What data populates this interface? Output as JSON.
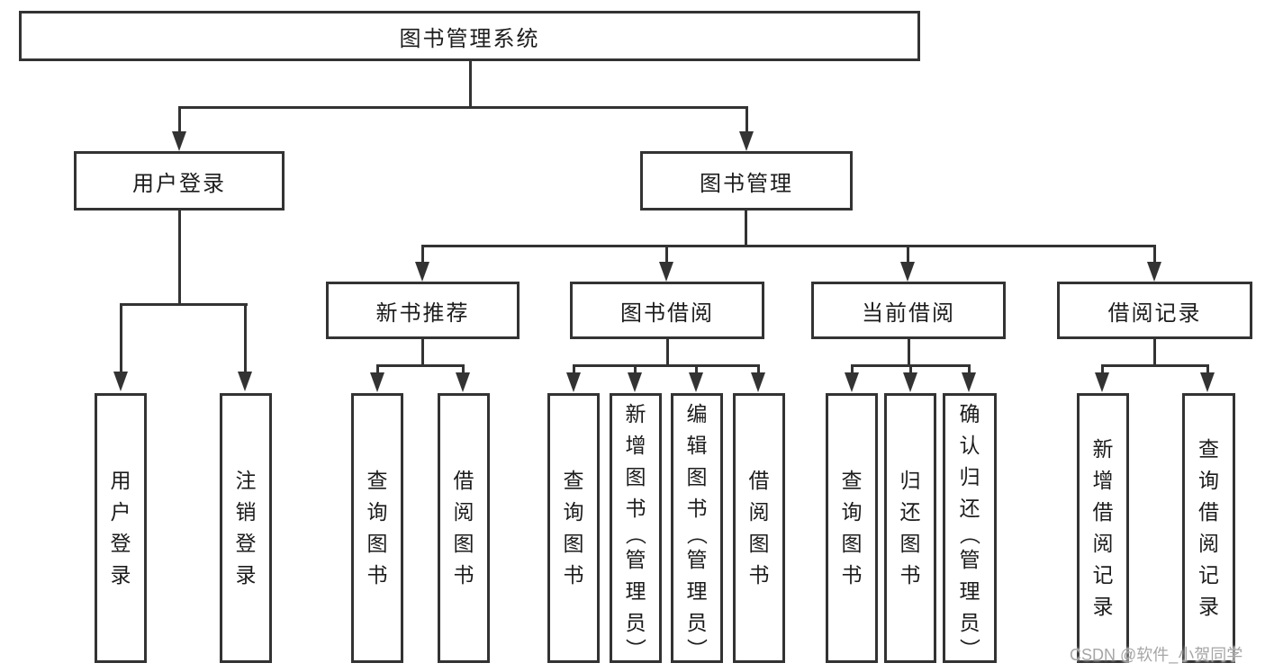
{
  "page": {
    "background": "#ffffff",
    "line_color": "#333333",
    "text_color": "#1c1c1c",
    "watermark": {
      "text": "CSDN @软件_小贺同学",
      "color": "#a6a6a6"
    }
  },
  "tree": {
    "root": {
      "label": "图书管理系统"
    },
    "branches": [
      {
        "label": "用户登录",
        "children": [
          {
            "label": "用户登录"
          },
          {
            "label": "注销登录"
          }
        ]
      },
      {
        "label": "图书管理",
        "groups": [
          {
            "label": "新书推荐",
            "children": [
              {
                "label": "查询图书"
              },
              {
                "label": "借阅图书"
              }
            ]
          },
          {
            "label": "图书借阅",
            "children": [
              {
                "label": "查询图书"
              },
              {
                "label": "新增图书（管理员）"
              },
              {
                "label": "编辑图书（管理员）"
              },
              {
                "label": "借阅图书"
              }
            ]
          },
          {
            "label": "当前借阅",
            "children": [
              {
                "label": "查询图书"
              },
              {
                "label": "归还图书"
              },
              {
                "label": "确认归还（管理员）"
              }
            ]
          },
          {
            "label": "借阅记录",
            "children": [
              {
                "label": "新增借阅记录"
              },
              {
                "label": "查询借阅记录"
              }
            ]
          }
        ]
      }
    ]
  }
}
